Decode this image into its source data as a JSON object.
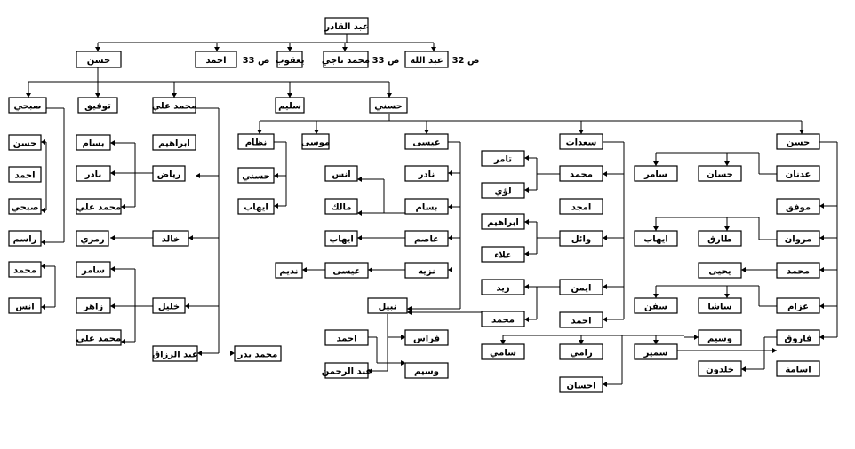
{
  "nodes": {
    "abdulqader": "عبد القادر",
    "hasan_top": "حسن",
    "ahmad_top": "احمد",
    "yaqoub": "يعقوب",
    "mohammad_naji": "محمد ناجي",
    "abdullah": "عبد الله",
    "subhi": "صبحي",
    "tawfiq": "توفيق",
    "mohammad_ali": "محمد علي",
    "salim": "سليم",
    "husni": "حسني",
    "hasan_l1": "حسن",
    "ahmad_l1": "احمد",
    "subhi_l1": "صبحي",
    "rasem": "راسم",
    "mohammad_l1": "محمد",
    "anas_l1": "انس",
    "bassam_l1": "بسام",
    "nader_l1": "نادر",
    "mohammad_ali_l1": "محمد علي",
    "ramzi": "رمزي",
    "samer_l1": "سامر",
    "zaher": "زاهر",
    "mohammad_ali_l1b": "محمد علي",
    "ibrahim_l1": "ابراهيم",
    "riyad": "رياض",
    "khaled": "خالد",
    "khalil": "خليل",
    "abdulrazzaq": "عبد الرزاق",
    "mohammad_badr": "محمد بدر",
    "nizam": "نظام",
    "husni_c": "حسني",
    "ihab_c": "ايهاب",
    "musa": "موسى",
    "eisa": "عيسى",
    "anas_c": "انس",
    "malek": "مالك",
    "ihab_c2": "ايهاب",
    "nader_c": "نادر",
    "bassam_c": "بسام",
    "asem": "عاصم",
    "nazih": "نزيه",
    "nadim": "نديم",
    "eisa_c": "عيسى",
    "nabil": "نبيل",
    "ahmad_c": "احمد",
    "abdulrahman": "عبد الرحمن",
    "firas": "فراس",
    "wasim_c": "وسيم",
    "saadat": "سعدات",
    "tamer": "تامر",
    "louay": "لؤي",
    "ibrahim_c": "ابراهيم",
    "alaa": "علاء",
    "zaid": "زيد",
    "mohammad_c": "محمد",
    "mohammad_c2": "محمد",
    "amjad": "امجد",
    "wael": "وائل",
    "ayman": "ايمن",
    "ahmad_c2": "احمد",
    "sami": "سامي",
    "rami": "رامي",
    "ihsan": "احسان",
    "hasan_r": "حسن",
    "samer_r": "سامر",
    "hassan_r": "حسان",
    "adnan": "عدنان",
    "muwaffaq": "موفق",
    "ihab_r": "ايهاب",
    "tareq": "طارق",
    "marwan": "مروان",
    "yahya": "يحيى",
    "mohammad_r": "محمد",
    "safn": "سفن",
    "sasha": "ساشا",
    "azzam": "عزام",
    "wasim_r": "وسيم",
    "samir": "سمير",
    "khaldoun": "خلدون",
    "farouq": "فاروق",
    "osama": "اسامة"
  },
  "page_notes": {
    "p32": "ص 32",
    "p33a": "ص 33",
    "p33b": "ص 33"
  }
}
